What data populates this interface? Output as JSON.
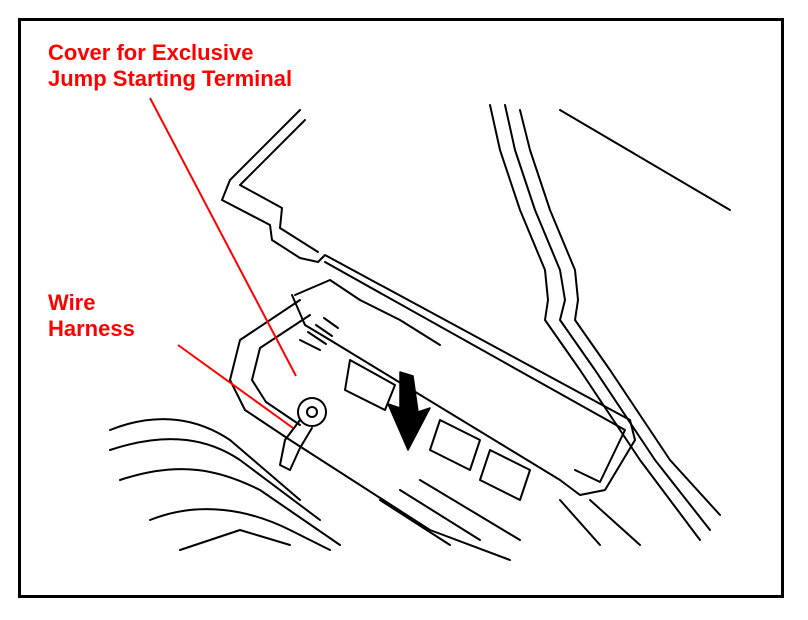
{
  "callouts": {
    "cover": {
      "line1": "Cover for Exclusive",
      "line2": "Jump Starting Terminal"
    },
    "wire_harness": {
      "line1": "Wire",
      "line2": "Harness"
    }
  },
  "colors": {
    "callout_text": "#ff0000",
    "leader_line": "#ff0000",
    "drawing": "#000000",
    "frame": "#000000",
    "background": "#ffffff"
  },
  "icons": {
    "arrow": "down-arrow-icon"
  }
}
